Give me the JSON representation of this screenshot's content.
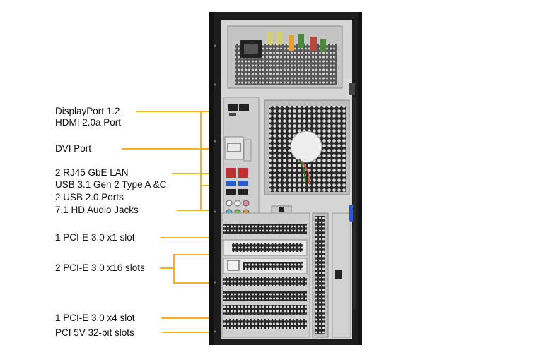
{
  "callouts": {
    "displayport": "DisplayPort 1.2",
    "hdmi": "HDMI 2.0a Port",
    "dvi": "DVI Port",
    "rj45": "2 RJ45 GbE LAN",
    "usb31": "USB 3.1 Gen 2 Type A &C",
    "usb20": "2 USB 2.0 Ports",
    "audio": "7.1 HD Audio Jacks",
    "pcie_x1": "1 PCI-E 3.0 x1 slot",
    "pcie_x16": "2 PCI-E 3.0 x16 slots",
    "pcie_x4": "1 PCI-E 3.0 x4 slot",
    "pci_5v": "PCI 5V 32-bit slots"
  },
  "colors": {
    "callout_line": "#f2b323",
    "chassis": "#1c1c1c",
    "panel": "#d9d9d9"
  }
}
